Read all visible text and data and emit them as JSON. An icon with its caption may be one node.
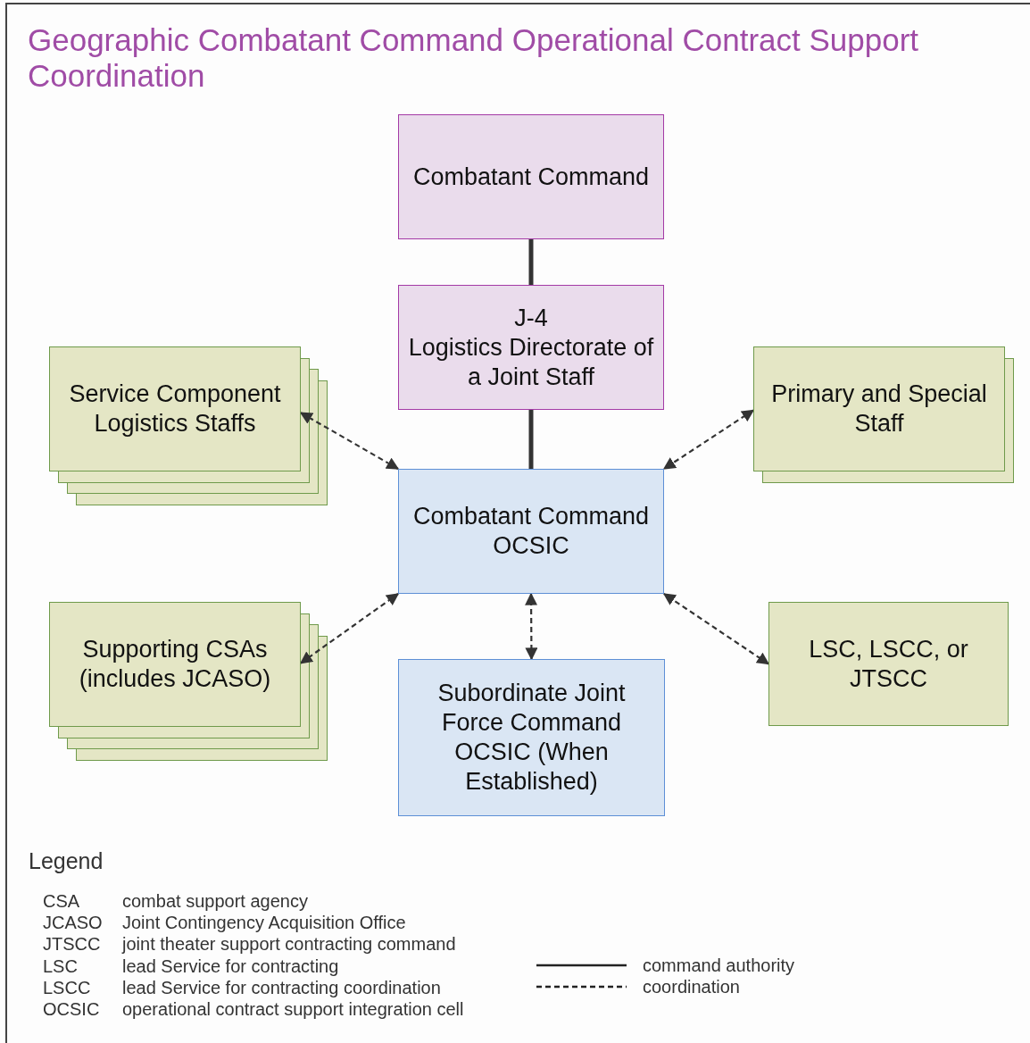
{
  "diagram": {
    "title": "Geographic Combatant Command Operational Contract Support Coordination",
    "nodes": [
      {
        "text": [
          "Combatant Command"
        ]
      },
      {
        "text": [
          "J-4",
          "Logistics Directorate of a Joint Staff"
        ]
      },
      {
        "text": [
          "Service Component Logistics Staffs"
        ]
      },
      {
        "text": [
          "Primary and Special Staff"
        ]
      },
      {
        "text": [
          "Combatant Command OCSIC"
        ]
      },
      {
        "text": [
          "Supporting CSAs (includes JCASO)"
        ]
      },
      {
        "text": [
          "LSC, LSCC, or JTSCC"
        ]
      },
      {
        "text": [
          "Subordinate Joint Force Command OCSIC (When Established)"
        ]
      }
    ],
    "edges": [
      {
        "from": 0,
        "to": 1,
        "arrow": "none",
        "style": "thick"
      },
      {
        "from": 1,
        "to": 4,
        "arrow": "none",
        "style": "thick"
      },
      {
        "from": 2,
        "to": 4,
        "arrow": "both",
        "style": "dashed"
      },
      {
        "from": 3,
        "to": 4,
        "arrow": "both",
        "style": "dashed"
      },
      {
        "from": 5,
        "to": 4,
        "arrow": "both",
        "style": "dashed"
      },
      {
        "from": 6,
        "to": 4,
        "arrow": "both",
        "style": "dashed"
      },
      {
        "from": 7,
        "to": 4,
        "arrow": "both",
        "style": "dashed"
      }
    ],
    "labels": [
      "Legend",
      "CSA",
      "combat support agency",
      "JCASO",
      "Joint Contingency Acquisition Office",
      "JTSCC",
      "joint theater support contracting command",
      "LSC",
      "lead Service for contracting",
      "LSCC",
      "lead Service for contracting coordination",
      "OCSIC",
      "operational contract support integration cell"
    ],
    "legend": [
      {
        "text": "command authority"
      },
      {
        "text": "coordination"
      }
    ]
  }
}
